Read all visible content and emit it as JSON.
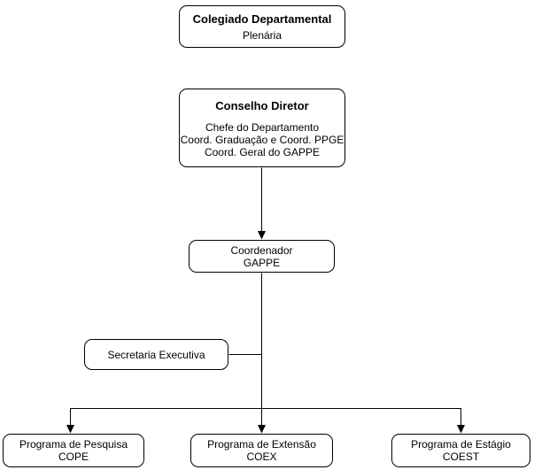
{
  "diagram": {
    "type": "org-chart",
    "background_color": "#ffffff",
    "stroke_color": "#000000",
    "text_color": "#000000",
    "nodes": {
      "colegiado": {
        "title": "Colegiado Departamental",
        "subtitle": "Plenária"
      },
      "conselho": {
        "title": "Conselho Diretor",
        "members": [
          "Chefe do Departamento",
          "Coord. Graduação e Coord. PPGE",
          "Coord. Geral do GAPPE"
        ]
      },
      "coordenador": {
        "name": "Coordenador",
        "abbr": "GAPPE"
      },
      "secretaria": {
        "name": "Secretaria Executiva"
      },
      "pesquisa": {
        "name": "Programa de Pesquisa",
        "abbr": "COPE"
      },
      "extensao": {
        "name": "Programa de Extensão",
        "abbr": "COEX"
      },
      "estagio": {
        "name": "Programa de Estágio",
        "abbr": "COEST"
      }
    }
  }
}
